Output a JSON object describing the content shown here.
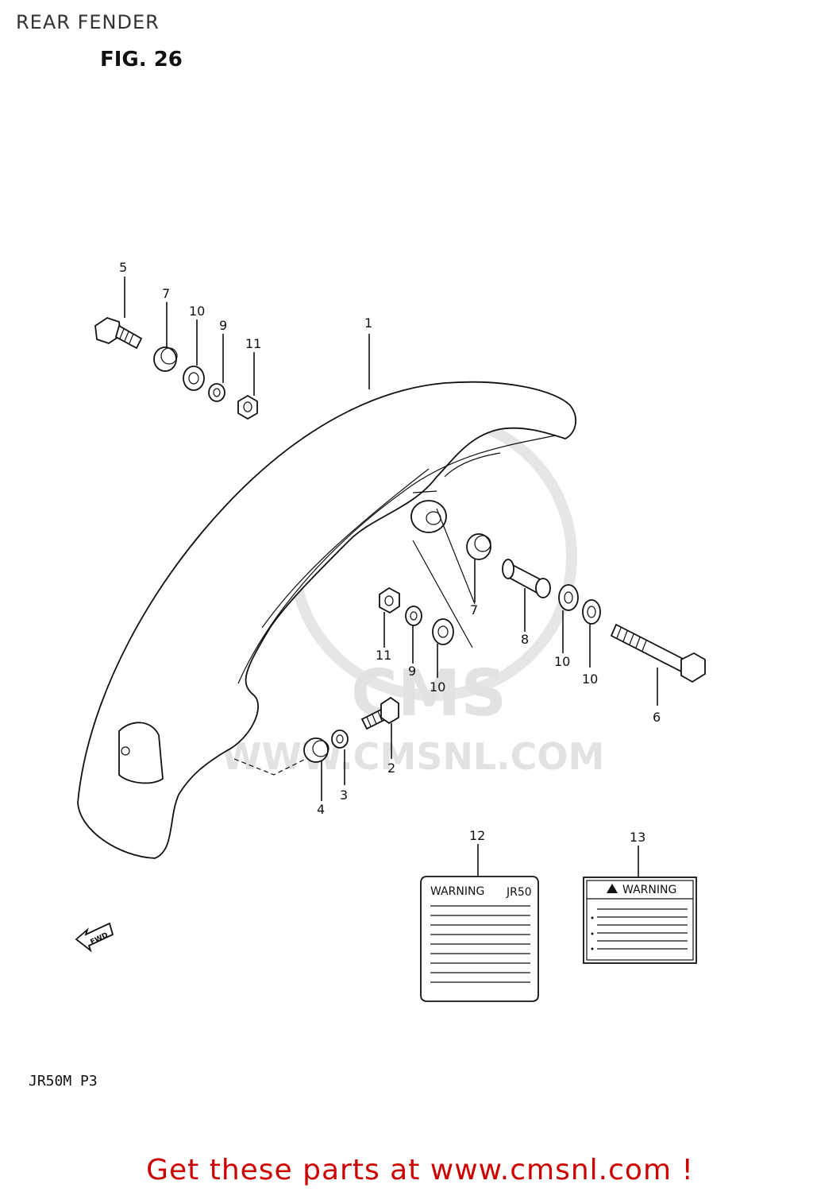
{
  "header": {
    "title": "REAR FENDER",
    "figure": "FIG. 26"
  },
  "diagram": {
    "parts": [
      {
        "number": "1",
        "name": "rear fender"
      },
      {
        "number": "2",
        "name": "bolt"
      },
      {
        "number": "3",
        "name": "washer"
      },
      {
        "number": "4",
        "name": "cushion"
      },
      {
        "number": "5",
        "name": "bolt"
      },
      {
        "number": "6",
        "name": "bolt"
      },
      {
        "number": "7",
        "name": "cushion"
      },
      {
        "number": "8",
        "name": "spacer"
      },
      {
        "number": "9",
        "name": "lock washer"
      },
      {
        "number": "10",
        "name": "washer"
      },
      {
        "number": "11",
        "name": "nut"
      },
      {
        "number": "12",
        "name": "warning label"
      },
      {
        "number": "13",
        "name": "warning label"
      }
    ],
    "callouts": {
      "p1": "1",
      "p2": "2",
      "p3": "3",
      "p4": "4",
      "p5": "5",
      "p6": "6",
      "p7a": "7",
      "p7b": "7",
      "p8": "8",
      "p9a": "9",
      "p9b": "9",
      "p10a": "10",
      "p10b": "10",
      "p10c": "10",
      "p10d": "10",
      "p11a": "11",
      "p11b": "11",
      "p12": "12",
      "p13": "13"
    },
    "label12": {
      "heading": "WARNING",
      "tag": "JR50"
    },
    "label13": {
      "heading": "WARNING"
    },
    "direction_arrow": "FWD",
    "watermark": {
      "logo": "CMS",
      "url": "WWW.CMSNL.COM"
    }
  },
  "model_code": "JR50M P3",
  "footer": {
    "text": "Get these parts at www.cmsnl.com !"
  },
  "colors": {
    "footer": "#cc0000",
    "line": "#111111",
    "watermark": "#e2e2e2"
  }
}
